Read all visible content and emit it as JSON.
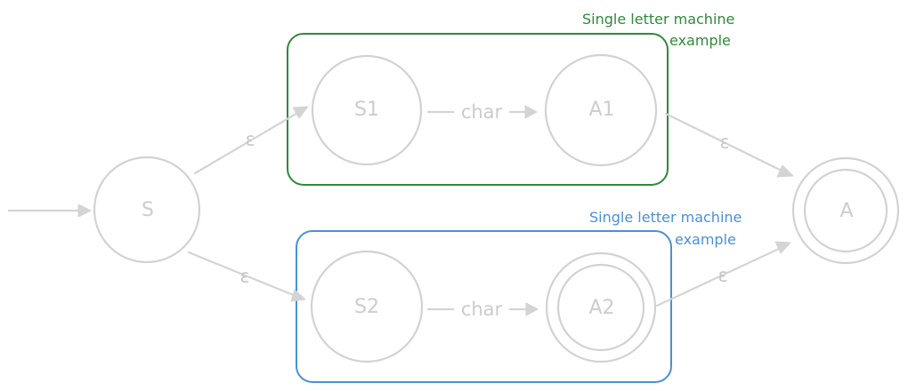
{
  "states": {
    "start": {
      "label": "S"
    },
    "s1": {
      "label": "S1"
    },
    "a1": {
      "label": "A1"
    },
    "s2": {
      "label": "S2"
    },
    "a2": {
      "label": "A2"
    },
    "accept": {
      "label": "A"
    }
  },
  "edges": {
    "s_to_s1": {
      "label": "ε"
    },
    "s_to_s2": {
      "label": "ε"
    },
    "s1_to_a1": {
      "label": "char"
    },
    "s2_to_a2": {
      "label": "char"
    },
    "a1_to_a": {
      "label": "ε"
    },
    "a2_to_a": {
      "label": "ε"
    }
  },
  "groups": {
    "top": {
      "line1": "Single letter machine",
      "line2": "example",
      "color": "#2f8a3a"
    },
    "bottom": {
      "line1": "Single letter machine",
      "line2": "example",
      "color": "#4a90d6"
    }
  },
  "colors": {
    "state_stroke": "#d2d2d2",
    "edge": "#d4d4d4"
  }
}
